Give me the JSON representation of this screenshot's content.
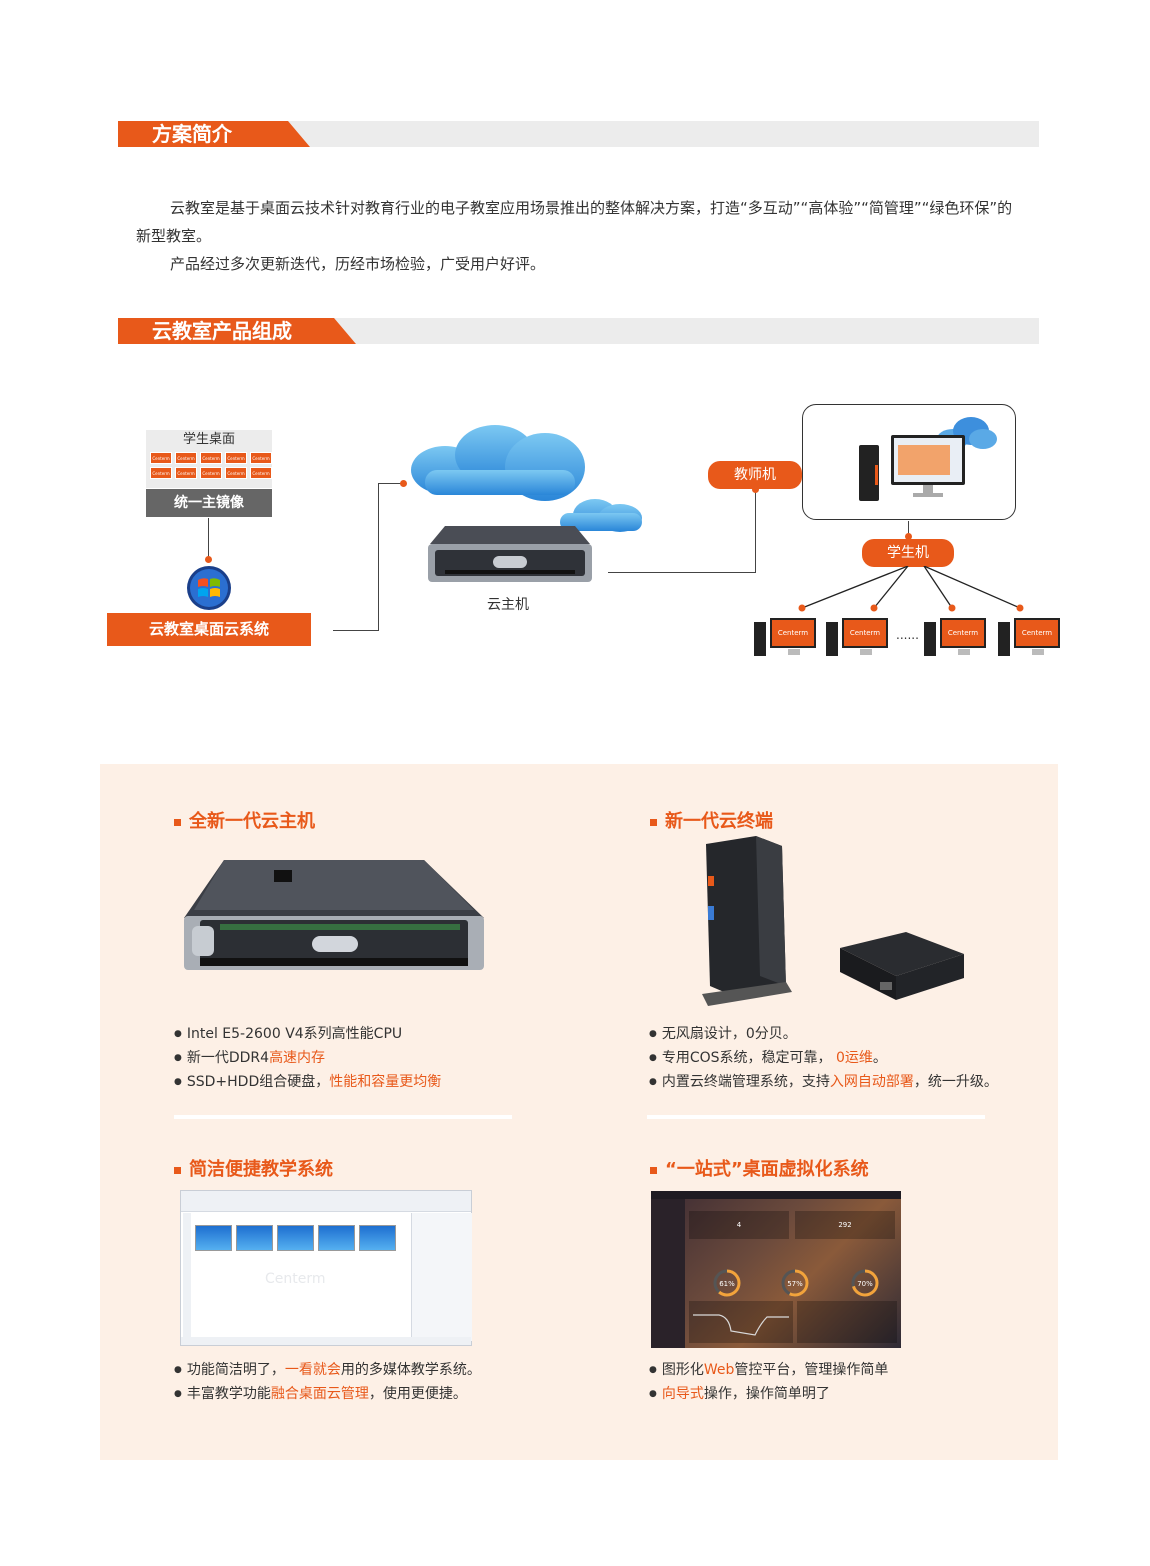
{
  "section1": {
    "title": "方案简介"
  },
  "intro": {
    "p1": "云教室是基于桌面云技术针对教育行业的电子教室应用场景推出的整体解决方案，打造“多互动”“高体验”“简管理”“绿色环保”的新型教室。",
    "p2": "产品经过多次更新迭代，历经市场检验，广受用户好评。"
  },
  "section2": {
    "title": "云教室产品组成"
  },
  "diagram": {
    "student_desktop": "学生桌面",
    "brand_tile": "Centerm",
    "unified_image": "统一主镜像",
    "desktop_cloud_system": "云教室桌面云系统",
    "cloud_host": "云主机",
    "teacher": "教师机",
    "student": "学生机",
    "ellipsis": "......"
  },
  "features": [
    {
      "title": "全新一代云主机",
      "bullets": [
        [
          {
            "t": "Intel E5-2600 V4系列高性能CPU"
          }
        ],
        [
          {
            "t": "新一代DDR4"
          },
          {
            "t": "高速内存",
            "hl": true
          }
        ],
        [
          {
            "t": "SSD+HDD组合硬盘，"
          },
          {
            "t": "性能和容量更均衡",
            "hl": true
          }
        ]
      ]
    },
    {
      "title": "新一代云终端",
      "bullets": [
        [
          {
            "t": "无风扇设计，0分贝。"
          }
        ],
        [
          {
            "t": "专用COS系统，稳定可靠， "
          },
          {
            "t": "0运维",
            "hl": true
          },
          {
            "t": "。"
          }
        ],
        [
          {
            "t": "内置云终端管理系统，支持"
          },
          {
            "t": "入网自动部署",
            "hl": true
          },
          {
            "t": "，统一升级。"
          }
        ]
      ]
    },
    {
      "title": "简洁便捷教学系统",
      "bullets": [
        [
          {
            "t": "功能简洁明了，"
          },
          {
            "t": "一看就会",
            "hl": true
          },
          {
            "t": "用的多媒体教学系统。"
          }
        ],
        [
          {
            "t": "丰富教学功能"
          },
          {
            "t": "融合桌面云管理",
            "hl": true
          },
          {
            "t": "，使用更便捷。"
          }
        ]
      ]
    },
    {
      "title": "“一站式”桌面虚拟化系统",
      "bullets": [
        [
          {
            "t": "图形化"
          },
          {
            "t": "Web",
            "hl": true
          },
          {
            "t": "管控平台，管理操作简单"
          }
        ],
        [
          {
            "t": "向导式",
            "hl": true
          },
          {
            "t": "操作，操作简单明了"
          }
        ]
      ]
    }
  ],
  "screens": {
    "teaching_brand": "Centerm",
    "dashboard_gauges": [
      "61%",
      "57%",
      "70%"
    ],
    "dashboard_counts": [
      "4",
      "292"
    ]
  },
  "colors": {
    "accent": "#e8591a",
    "panel_bg": "#fdf0e6",
    "bar_gray": "#ececec"
  }
}
